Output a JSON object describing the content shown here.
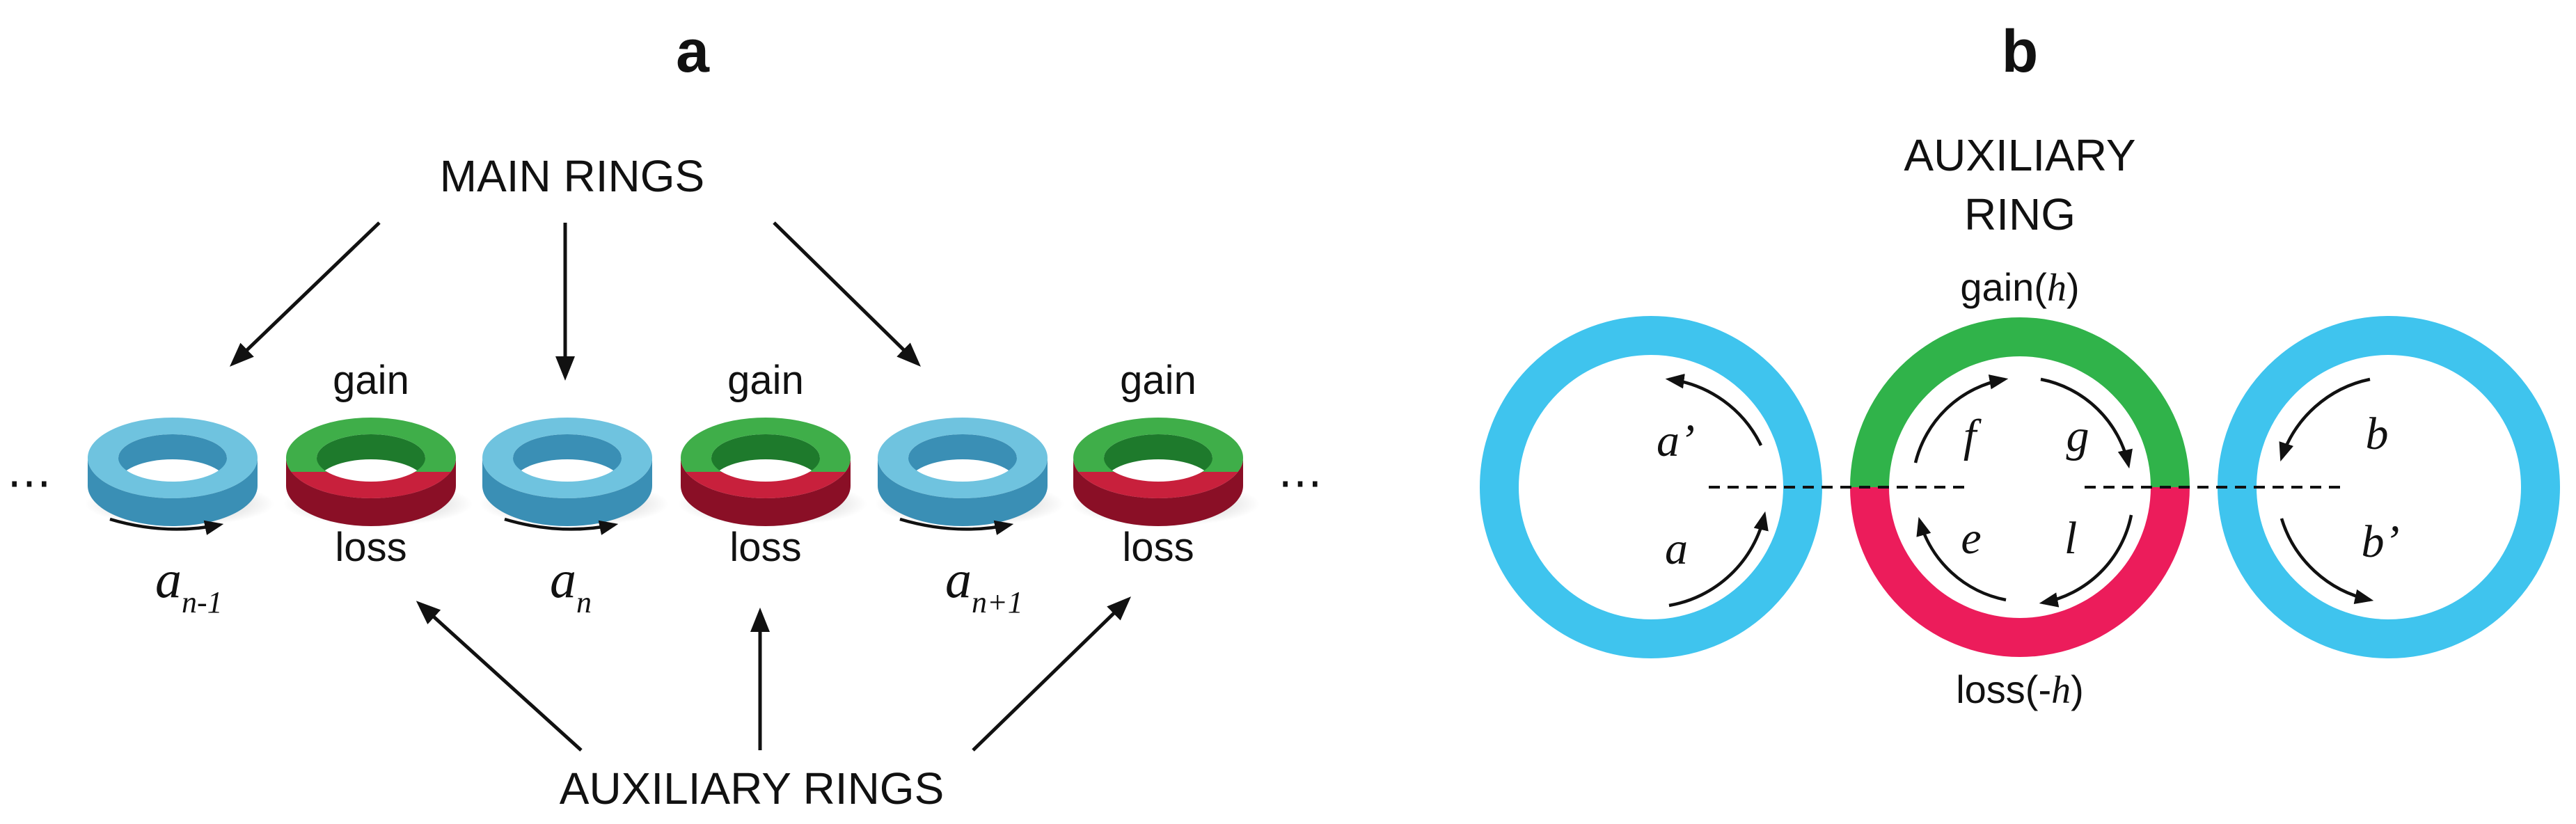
{
  "colors": {
    "main_ring": "#6fc3df",
    "main_ring_side": "#3a8fb5",
    "gain": "#3fae49",
    "gain_side": "#1e7a2c",
    "loss": "#c8203c",
    "loss_side": "#8a0f26",
    "aux_b_blue": "#3fc4ee",
    "aux_b_green": "#30b34a",
    "aux_b_red": "#ec1c5b"
  },
  "panel_a": {
    "label": "a",
    "main_rings_label": "MAIN RINGS",
    "auxiliary_rings_label": "AUXILIARY RINGS",
    "ellipsis_left": "⋯",
    "ellipsis_right": "⋯",
    "gain_label": "gain",
    "loss_label": "loss",
    "amp_base": "a",
    "amp_subs": [
      "n-1",
      "n",
      "n+1"
    ]
  },
  "panel_b": {
    "label": "b",
    "aux_title_line1": "AUXILIARY",
    "aux_title_line2": "RING",
    "gain_prefix": "gain(",
    "gain_var": "h",
    "gain_suffix": ")",
    "loss_prefix": "loss(-",
    "loss_var": "h",
    "loss_suffix": ")",
    "amp_labels": {
      "a_prime": "a’",
      "a": "a",
      "f": "f",
      "g": "g",
      "e": "e",
      "l": "l",
      "b": "b",
      "b_prime": "b’"
    }
  }
}
